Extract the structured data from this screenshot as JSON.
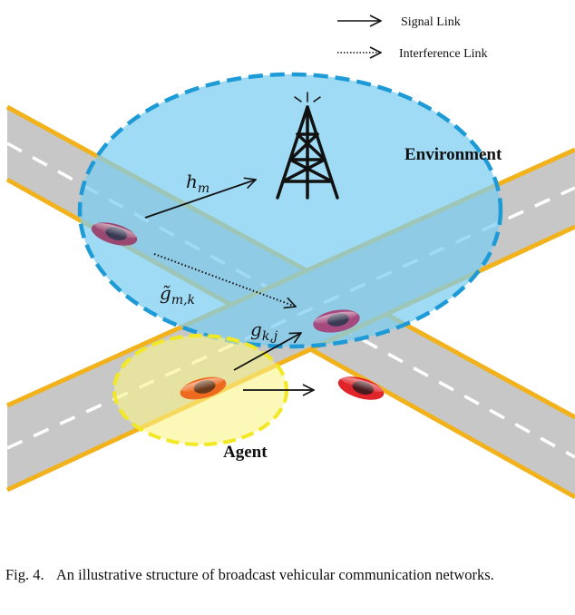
{
  "legend": {
    "signal_link": "Signal Link",
    "interference_link": "Interference Link"
  },
  "labels": {
    "environment": "Environment",
    "agent": "Agent",
    "h_base": "h",
    "h_sub": "m",
    "g_interf_base": "g̃",
    "g_interf_sub": "m,k",
    "g_base": "g",
    "g_sub": "k,j"
  },
  "caption": {
    "label": "Fig. 4.",
    "text": "An illustrative structure of broadcast vehicular communication networks."
  },
  "colors": {
    "road": "#c7c7c7",
    "road_edge": "#f2b21b",
    "environment_fill": "#8fd3f5",
    "environment_border": "#1e9ad6",
    "agent_fill": "#f7f59a",
    "agent_border": "#f0e82a",
    "car_red": "#e0242a",
    "car_orange": "#ee6a1f",
    "car_purple": "#9a4a72"
  },
  "icons": [
    "tower-icon",
    "car-icon"
  ]
}
